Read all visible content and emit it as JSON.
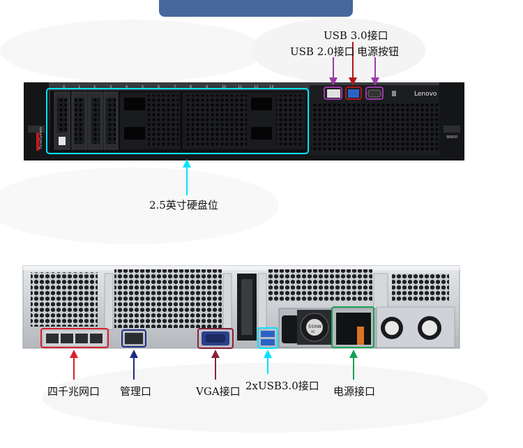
{
  "front": {
    "brand": "Lenovo",
    "side_brand": "ThinkSystem",
    "model": "SR650",
    "bay_numbers": [
      "0",
      "1",
      "2",
      "3",
      "4",
      "5",
      "6",
      "7",
      "8",
      "9",
      "10",
      "11",
      "12",
      "13"
    ],
    "labels": {
      "usb3": "USB 3.0接口",
      "usb2": "USB 2.0接口",
      "power_button": "电源按钮",
      "drive_bays": "2.5英寸硬盘位"
    }
  },
  "rear": {
    "psu_label": "550W",
    "psu_sub": "AC",
    "labels": {
      "nic": "四千兆网口",
      "mgmt": "管理口",
      "vga": "VGA接口",
      "usb": "2xUSB3.0接口",
      "power": "电源接口"
    }
  },
  "colors": {
    "header": "#46689c",
    "usb2": "#9b3aa8",
    "usb3": "#b01818",
    "power_button": "#9b3aa8",
    "drive_bays": "#00e5ff",
    "nic": "#d81e2a",
    "mgmt": "#1f2b80",
    "vga": "#8b1e3a",
    "rear_usb": "#00e5ff",
    "power_inlet": "#14a050"
  }
}
